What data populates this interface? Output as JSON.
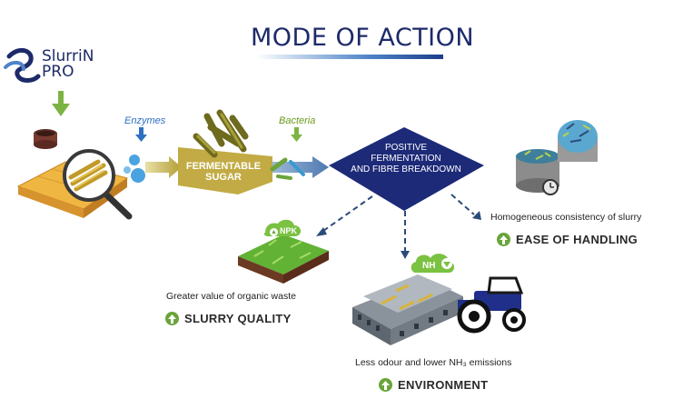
{
  "title": "MODE OF ACTION",
  "logo": {
    "line1": "SlurriN",
    "line2": "PRO"
  },
  "labels": {
    "enzymes": "Enzymes",
    "bacteria": "Bacteria"
  },
  "fermentable": {
    "line1": "FERMENTABLE",
    "line2": "SUGAR"
  },
  "center": {
    "line1": "POSITIVE",
    "line2": "FERMENTATION",
    "line3": "AND FIBRE BREAKDOWN"
  },
  "badges": {
    "npk": "NPK",
    "nh": "NH"
  },
  "outcomes": {
    "handling": {
      "caption": "Homogeneous consistency of slurry",
      "benefit": "EASE OF HANDLING"
    },
    "quality": {
      "caption": "Greater value of organic waste",
      "benefit": "SLURRY QUALITY"
    },
    "environment": {
      "caption": "Less odour and lower NH₃ emissions",
      "benefit": "ENVIRONMENT"
    }
  },
  "colors": {
    "navy": "#1d2a6a",
    "green": "#6aa43a",
    "olive": "#b7a43c",
    "blue": "#2d6fc2"
  },
  "icons": [
    "slurrin-logo-icon",
    "down-arrow-icon",
    "slurry-tub-icon",
    "straw-bale-icon",
    "magnifier-icon",
    "enzyme-drops-icon",
    "bacteria-icon",
    "npk-field-icon",
    "barn-icon",
    "tractor-icon",
    "nh3-cloud-icon",
    "slurry-tanks-icon",
    "up-arrow-icon"
  ]
}
